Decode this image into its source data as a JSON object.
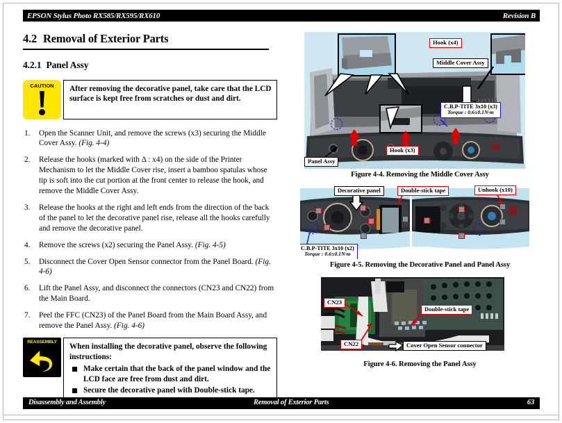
{
  "header": {
    "left": "EPSON Stylus Photo RX585/RX595/RX610",
    "right": "Revision B"
  },
  "footer": {
    "left": "Disassembly and Assembly",
    "center": "Removal of Exterior Parts",
    "page_number": "63"
  },
  "section": {
    "number": "4.2",
    "title": "Removal of Exterior Parts",
    "sub_number": "4.2.1",
    "sub_title": "Panel Assy"
  },
  "caution": {
    "icon_label": "CAUTION",
    "text": "After removing the decorative panel, take care that the LCD surface is kept free from scratches or dust and dirt."
  },
  "steps": [
    {
      "n": "1.",
      "text": "Open the Scanner Unit, and remove the screws (x3) securing the Middle Cover Assy.",
      "ref": "(Fig. 4-4)"
    },
    {
      "n": "2.",
      "text": "Release the hooks (marked with Δ : x4) on the side of the Printer Mechanism to let the Middle Cover rise, insert a bamboo spatulas whose tip is soft into the cut portion at the front center to release the hook, and remove the Middle Cover Assy.",
      "ref": ""
    },
    {
      "n": "3.",
      "text": "Release the hooks at the right and left ends from the direction of the back of the panel to let the decorative panel rise, release all the hooks carefully and remove the decorative panel.",
      "ref": ""
    },
    {
      "n": "4.",
      "text": "Remove the screws (x2) securing the Panel Assy.",
      "ref": "(Fig. 4-5)"
    },
    {
      "n": "5.",
      "text": "Disconnect the Cover Open Sensor connector from the Panel Board.",
      "ref": "(Fig. 4-6)"
    },
    {
      "n": "6.",
      "text": "Lift the Panel Assy, and disconnect the connectors (CN23 and CN22) from the Main Board.",
      "ref": ""
    },
    {
      "n": "7.",
      "text": "Peel the FFC (CN23) of the Panel Board from the Main Board Assy, and remove the Panel Assy.",
      "ref": "(Fig. 4-6)"
    }
  ],
  "reassembly": {
    "icon_label": "REASSEMBLY",
    "lead": "When installing the decorative panel, observe the following instructions:",
    "bullets": [
      "Make certain that the back of the panel window and the LCD face are free from dust and dirt.",
      "Secure the decorative panel with Double-stick tape."
    ]
  },
  "figures": [
    {
      "id": "fig-4-4",
      "caption": "Figure 4-4.  Removing the Middle Cover Assy",
      "labels": {
        "hook_x4": "Hook (x4)",
        "middle_cover_assy": "Middle Cover Assy",
        "hook_x3": "Hook (x3)",
        "panel_assy": "Panel Assy",
        "screw_spec_line1": "C.B.P-TITE  3x10 (x3)",
        "screw_spec_line2": "Torque : 0.6±0.1N·m"
      }
    },
    {
      "id": "fig-4-5",
      "caption": "Figure 4-5.  Removing the Decorative Panel and Panel Assy",
      "labels": {
        "decorative_panel": "Decorative panel",
        "double_stick_tape": "Double-stick tape",
        "unhook_x10": "Unhook (x10)",
        "screw_spec_line1": "C.B.P-TITE  3x10 (x2)",
        "screw_spec_line2": "Torque : 0.6±0.1N·m"
      }
    },
    {
      "id": "fig-4-6",
      "caption": "Figure 4-6.  Removing the Panel Assy",
      "labels": {
        "cn23": "CN23",
        "cn22": "CN22",
        "double_stick_tape": "Double-stick tape",
        "cover_open_sensor_connector": "Cover Open Sensor connector"
      }
    }
  ],
  "colors": {
    "accent_red": "#e00000",
    "accent_blue": "#1414d2",
    "caution_yellow": "#ffe600",
    "bar_black": "#000000"
  }
}
